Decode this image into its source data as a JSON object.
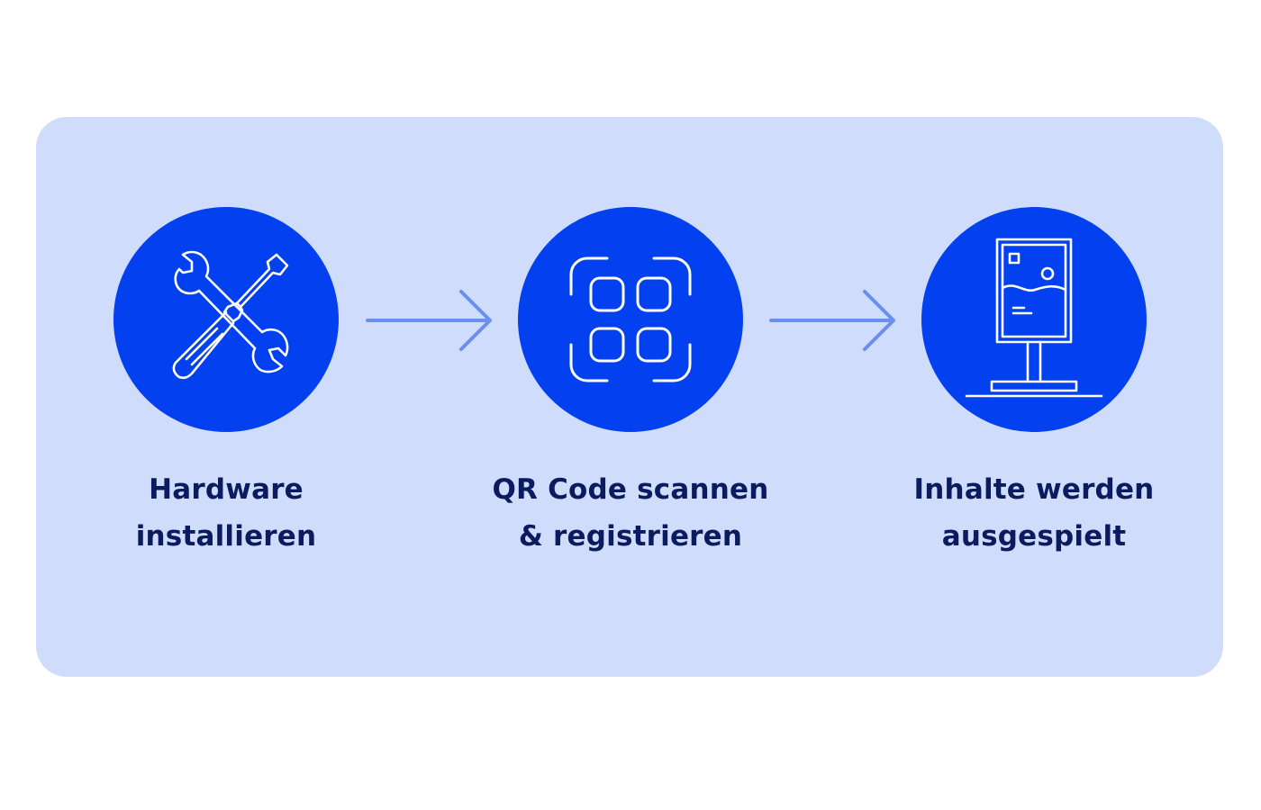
{
  "steps": [
    {
      "icon": "wrench-screwdriver-icon",
      "label_line1": "Hardware",
      "label_line2": "installieren"
    },
    {
      "icon": "qr-scan-icon",
      "label_line1": "QR Code scannen",
      "label_line2": "& registrieren"
    },
    {
      "icon": "display-stand-icon",
      "label_line1": "Inhalte werden",
      "label_line2": "ausgespielt"
    }
  ],
  "colors": {
    "background": "#ffffff",
    "panel": "#d0dcfb",
    "circle": "#0340ef",
    "arrow": "#6a8ff0",
    "text": "#0b1b60",
    "icon_stroke": "#ffffff"
  }
}
